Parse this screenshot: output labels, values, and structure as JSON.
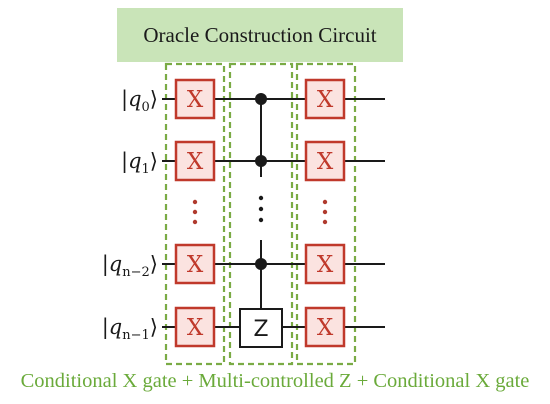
{
  "title": "Oracle Construction Circuit",
  "caption": "Conditional X gate + Multi-controlled Z + Conditional X gate",
  "qubits": [
    {
      "symbol": "q",
      "subscript": "0"
    },
    {
      "symbol": "q",
      "subscript": "1"
    },
    {
      "symbol": "q",
      "subscript": "n−2"
    },
    {
      "symbol": "q",
      "subscript": "n−1"
    }
  ],
  "gates": {
    "x_label": "X",
    "z_label": "Z"
  },
  "colors": {
    "banner": "#c9e4b8",
    "dashed_box": "#7aab45",
    "x_gate_border": "#c0392b",
    "x_gate_fill": "#fbe3e0",
    "x_gate_text": "#c0392b",
    "ellipsis_red": "#b03a2e",
    "caption": "#6aaa3a"
  }
}
